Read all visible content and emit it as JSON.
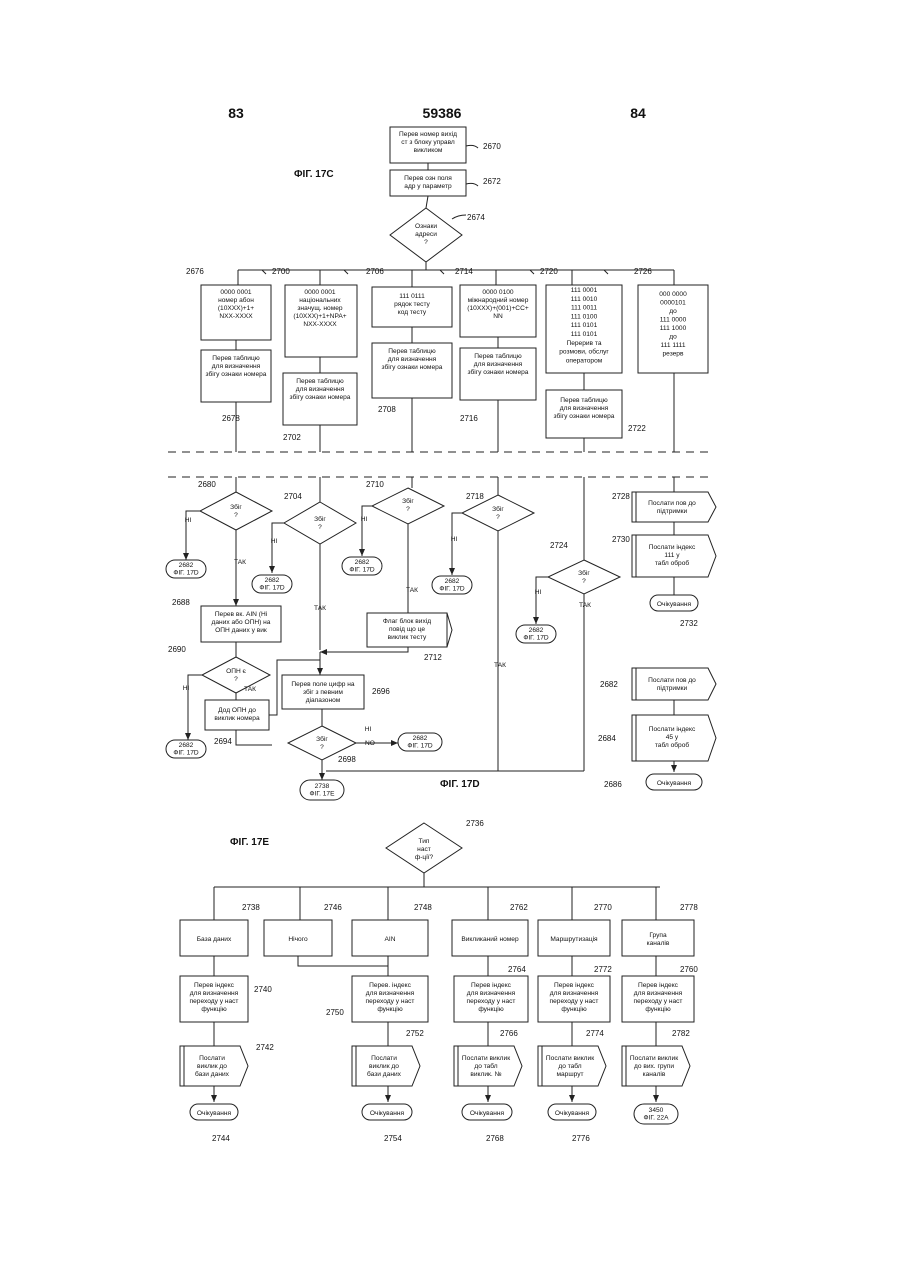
{
  "header": {
    "left_page": "83",
    "patent_no": "59386",
    "right_page": "84"
  },
  "figures": {
    "fig_c": "ФІГ. 17С",
    "fig_d": "ФІГ. 17D",
    "fig_e": "ФІГ. 17Е"
  },
  "nodes": {
    "n2670": [
      "Перев номер вихід",
      "ст з блоку управл",
      "викликом"
    ],
    "n2672": [
      "Перев озн поля",
      "адр у параметр"
    ],
    "n2674": [
      "Ознаки",
      "адреси",
      "?"
    ],
    "n2676": [
      "0000 0001",
      "номер абон",
      "(10XXX)+1+",
      "NXX-XXXX"
    ],
    "n2678": [
      "Перев таблицю",
      "для визначення",
      "збігу ознаки номера"
    ],
    "n2700": [
      "0000 0001",
      "національних",
      "значущ. номер",
      "(10XXX)+1+NPA+",
      "NXX-XXXX"
    ],
    "n2702": [
      "Перев таблицю",
      "для визначення",
      "збігу ознаки номера"
    ],
    "n2706": [
      "111 0111",
      "рядок тесту",
      "код тесту"
    ],
    "n2708": [
      "Перев таблицю",
      "для визначення",
      "збігу ознаки номера"
    ],
    "n2714": [
      "0000 0100",
      "міжнародний номер",
      "(10XXX)+(001)+CC+",
      "NN"
    ],
    "n2716": [
      "Перев таблицю",
      "для визначення",
      "збігу ознаки номера"
    ],
    "n2720": [
      "111 0001",
      "111 0010",
      "111 0011",
      "111 0100",
      "111 0101",
      "111 0101",
      "Перерив та",
      "розмови, обслуг",
      "оператором"
    ],
    "n2722": [
      "Перев таблицю",
      "для визначення",
      "збігу ознаки номера"
    ],
    "n2726": [
      "000 0000",
      "0000101",
      "до",
      "111 0000",
      "111 1000",
      "до",
      "111 1111",
      "резерв"
    ],
    "n2680": [
      "Збіг",
      "?"
    ],
    "n2704": [
      "Збіг",
      "?"
    ],
    "n2710": [
      "Збіг",
      "?"
    ],
    "n2718": [
      "Збіг",
      "?"
    ],
    "n2724": [
      "Збіг",
      "?"
    ],
    "n2690": [
      "ОПН є",
      "?"
    ],
    "n2698": [
      "Збіг",
      "?"
    ],
    "n2688": [
      "Перев вк. AIN (Ні",
      "даних або ОПН) на",
      "ОПН даних у вик"
    ],
    "n2694": [
      "Дод ОПН до",
      "виклик номера"
    ],
    "n2696": [
      "Перев поле цифр на",
      "збіг з певним",
      "діапазоном"
    ],
    "n2712": [
      "Флаг блок вихід",
      "повід що це",
      "виклик тесту"
    ],
    "n2728": [
      "Послати пов до",
      "підтримки"
    ],
    "n2730": [
      "Послати індекс",
      "111 у",
      "табл оброб"
    ],
    "n2732": [
      "Очікування"
    ],
    "n2682b": [
      "Послати пов до",
      "підтримки"
    ],
    "n2684": [
      "Послати індекс",
      "45 у",
      "табл оброб"
    ],
    "n2686": [
      "Очікування"
    ],
    "n2736": [
      "Тип",
      "наст",
      "ф-ції?"
    ],
    "n2738": [
      "База даних"
    ],
    "n2746": [
      "Нічого"
    ],
    "n2748": [
      "AIN"
    ],
    "n2752": [
      "Викликаний номер"
    ],
    "n2770": [
      "Маршрутизація"
    ],
    "n2778": [
      "Група",
      "каналів"
    ],
    "n2740": [
      "Перев індекс",
      "для визначення",
      "переходу у наст",
      "функцію"
    ],
    "n2750": [
      "Перев. індекс",
      "для визначення",
      "переходу у наст",
      "функцію"
    ],
    "n2754": [
      "Перев індекс",
      "для визначення",
      "переходу у наст",
      "функцію"
    ],
    "n2772": [
      "Перев індекс",
      "для визначення",
      "переходу у наст",
      "функцію"
    ],
    "n2780": [
      "Перев індекс",
      "для визначення",
      "переходу у наст",
      "функцію"
    ],
    "n2742": [
      "Послати",
      "виклик до",
      "бази даних"
    ],
    "n2752b": [
      "Послати",
      "виклик до",
      "бази даних"
    ],
    "n2766": [
      "Послати виклик",
      "до табл",
      "виклик. №"
    ],
    "n2774": [
      "Послати виклик",
      "до табл",
      "маршрут"
    ],
    "n2782": [
      "Послати виклик",
      "до вих. групи",
      "каналів"
    ],
    "n2744": [
      "Очікування"
    ],
    "n2754b": [
      "Очікування"
    ],
    "n2768": [
      "Очікування"
    ],
    "n2776": [
      "Очікування"
    ]
  },
  "connectors": {
    "c2682": [
      "2682",
      "ФІГ. 17D"
    ],
    "c2738": [
      "2738",
      "ФІГ. 17E"
    ],
    "c3450": [
      "3450",
      "ФІГ. 22A"
    ]
  },
  "edge_labels": {
    "no": "НІ",
    "yes": "ТАК",
    "no_dash": "НІ",
    "no_arrow": "NO"
  },
  "refs": {
    "r2670": "2670",
    "r2672": "2672",
    "r2674": "2674",
    "r2676": "2676",
    "r2678": "2678",
    "r2700": "2700",
    "r2702": "2702",
    "r2706": "2706",
    "r2708": "2708",
    "r2714": "2714",
    "r2716": "2716",
    "r2720": "2720",
    "r2722": "2722",
    "r2726": "2726",
    "r2680": "2680",
    "r2704": "2704",
    "r2710": "2710",
    "r2718": "2718",
    "r2724": "2724",
    "r2728": "2728",
    "r2730": "2730",
    "r2732": "2732",
    "r2688": "2688",
    "r2690": "2690",
    "r2694": "2694",
    "r2696": "2696",
    "r2698": "2698",
    "r2712": "2712",
    "r2682": "2682",
    "r2684": "2684",
    "r2686": "2686",
    "r2736": "2736",
    "r2738": "2738",
    "r2746": "2746",
    "r2748": "2748",
    "r2762": "2762",
    "r2770": "2770",
    "r2778": "2778",
    "r2740": "2740",
    "r2750": "2750",
    "r2764": "2764",
    "r2772": "2772",
    "r2760": "2760",
    "r2742": "2742",
    "r2752": "2752",
    "r2766": "2766",
    "r2774": "2774",
    "r2782": "2782",
    "r2744": "2744",
    "r2754": "2754",
    "r2768": "2768",
    "r2776": "2776"
  }
}
